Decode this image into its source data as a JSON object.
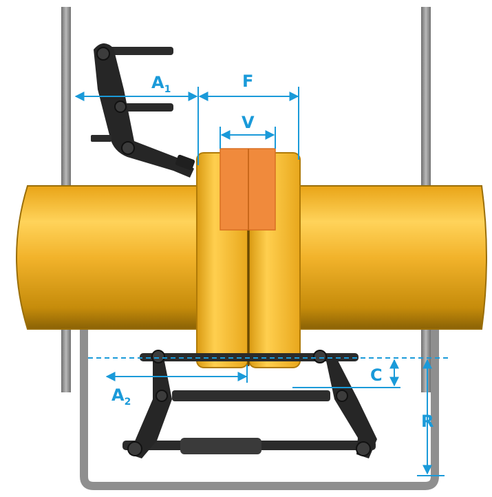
{
  "colors": {
    "dimension": "#1a9ad9",
    "pipe": "#f2b32b",
    "pipe_dark": "#b58206",
    "pipe_light": "#ffd35a",
    "bevel_band": "#f08a3c",
    "clamp": "#2b2b2b",
    "trench_wall": "#8f8f8f",
    "background": "#ffffff"
  },
  "labels": {
    "a1_main": "A",
    "a1_sub": "1",
    "a2_main": "A",
    "a2_sub": "2",
    "f": "F",
    "v": "V",
    "c": "C",
    "r": "R"
  },
  "icons": {
    "upper_clamp": "external-pipe-clamp-icon",
    "lower_clamp": "external-pipe-clamp-icon"
  }
}
